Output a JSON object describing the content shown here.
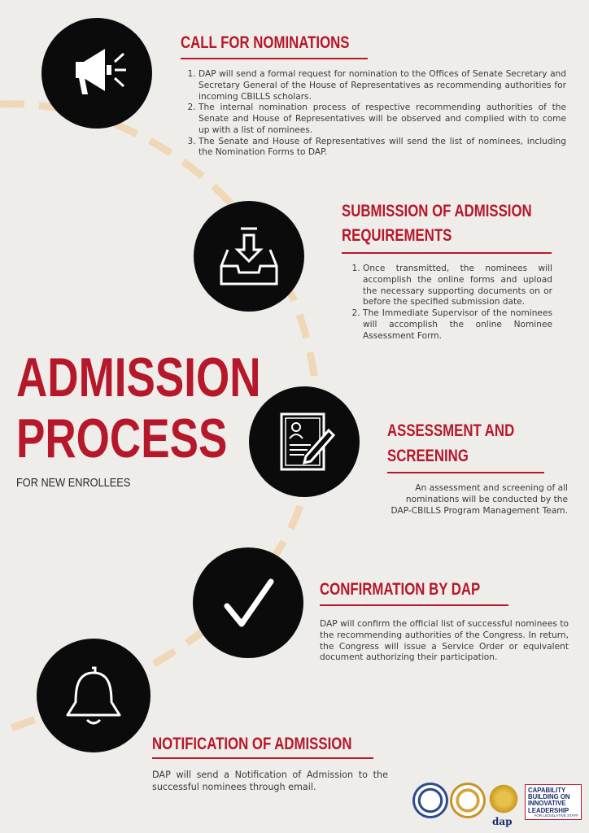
{
  "title": {
    "line1": "ADMISSION",
    "line2": "PROCESS",
    "subtitle": "FOR NEW ENROLLEES"
  },
  "steps": [
    {
      "heading": "CALL FOR NOMINATIONS",
      "icon": "megaphone-icon",
      "items": [
        "DAP will send a formal request for nomination to the Offices of Senate Secretary and Secretary General of the House of Representatives as recommending authorities for incoming CBILLS scholars.",
        "The internal nomination process of respective recommending authorities of the Senate and House of Representatives will be observed and complied with to come up with a list of nominees.",
        "The Senate and House of Representatives will send the list of nominees, including the Nomination Forms to DAP."
      ]
    },
    {
      "heading1": "SUBMISSION OF ADMISSION",
      "heading2": "REQUIREMENTS",
      "icon": "inbox-download-icon",
      "items": [
        "Once transmitted, the nominees will accomplish the online forms and upload the necessary supporting documents on or before the specified submission date.",
        "The Immediate Supervisor of the nominees will accomplish the online Nominee Assessment Form."
      ]
    },
    {
      "heading1": "ASSESSMENT AND",
      "heading2": "SCREENING",
      "icon": "document-pen-icon",
      "text": "An assessment and screening of all nominations will be conducted by the DAP-CBILLS Program Management Team."
    },
    {
      "heading": "CONFIRMATION BY DAP",
      "icon": "checkmark-icon",
      "text": "DAP will confirm the official list of successful nominees to the recommending authorities of the Congress. In return, the Congress will issue a Service Order or equivalent document authorizing their participation."
    },
    {
      "heading": "NOTIFICATION OF ADMISSION",
      "icon": "bell-icon",
      "text": "DAP will send a Notification of Admission to the successful nominees through email."
    }
  ],
  "logos": {
    "dap": "dap",
    "cbills": [
      "CAPABILITY",
      "BUILDING ON",
      "INNOVATIVE",
      "LEADERSHIP"
    ],
    "cbills_tag": "FOR LEGISLATIVE STAFF"
  },
  "colors": {
    "accent": "#b5182a",
    "background": "#efedea",
    "circle": "#0b0b0b",
    "arc": "#f0d7b8"
  }
}
